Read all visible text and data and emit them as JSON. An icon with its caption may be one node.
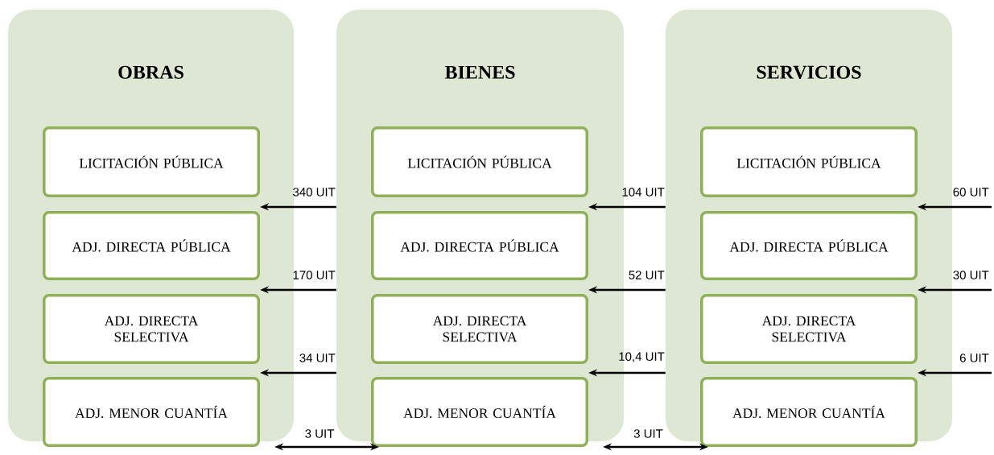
{
  "diagram": {
    "nodes": [
      {
        "text": [
          "OBRAS"
        ]
      },
      {
        "text": [
          "LICITACIÓN PÚBLICA"
        ],
        "in": 0
      },
      {
        "text": [
          "ADJ. DIRECTA PÚBLICA"
        ],
        "in": 0
      },
      {
        "text": [
          "ADJ. DIRECTA SELECTIVA"
        ],
        "in": 0
      },
      {
        "text": [
          "ADJ. MENOR CUANTÍA"
        ],
        "in": 0
      },
      {
        "text": [
          "BIENES"
        ]
      },
      {
        "text": [
          "LICITACIÓN PÚBLICA"
        ],
        "in": 5
      },
      {
        "text": [
          "ADJ. DIRECTA PÚBLICA"
        ],
        "in": 5
      },
      {
        "text": [
          "ADJ. DIRECTA SELECTIVA"
        ],
        "in": 5
      },
      {
        "text": [
          "ADJ. MENOR CUANTÍA"
        ],
        "in": 5
      },
      {
        "text": [
          "SERVICIOS"
        ]
      },
      {
        "text": [
          "LICITACIÓN PÚBLICA"
        ],
        "in": 10
      },
      {
        "text": [
          "ADJ. DIRECTA PÚBLICA"
        ],
        "in": 10
      },
      {
        "text": [
          "ADJ. DIRECTA SELECTIVA"
        ],
        "in": 10
      },
      {
        "text": [
          "ADJ. MENOR CUANTÍA"
        ],
        "in": 10
      }
    ],
    "edges": [
      {
        "from": 5,
        "to": 2,
        "arrow": "to",
        "label": "340 UIT"
      },
      {
        "from": 5,
        "to": 3,
        "arrow": "to",
        "label": "170 UIT"
      },
      {
        "from": 5,
        "to": 4,
        "arrow": "to",
        "label": "34 UIT"
      },
      {
        "from": 10,
        "to": 7,
        "arrow": "to",
        "label": "104 UIT"
      },
      {
        "from": 10,
        "to": 8,
        "arrow": "to",
        "label": "52 UIT"
      },
      {
        "from": 10,
        "to": 9,
        "arrow": "to",
        "label": "10,4 UIT"
      },
      {
        "from": null,
        "to": 12,
        "arrow": "to",
        "label": "60 UIT"
      },
      {
        "from": null,
        "to": 13,
        "arrow": "to",
        "label": "30 UIT"
      },
      {
        "from": null,
        "to": 14,
        "arrow": "to",
        "label": "6 UIT"
      },
      {
        "from": 4,
        "to": 9,
        "arrow": "both",
        "label": "3 UIT"
      },
      {
        "from": 9,
        "to": 14,
        "arrow": "both",
        "label": "3 UIT"
      }
    ]
  }
}
